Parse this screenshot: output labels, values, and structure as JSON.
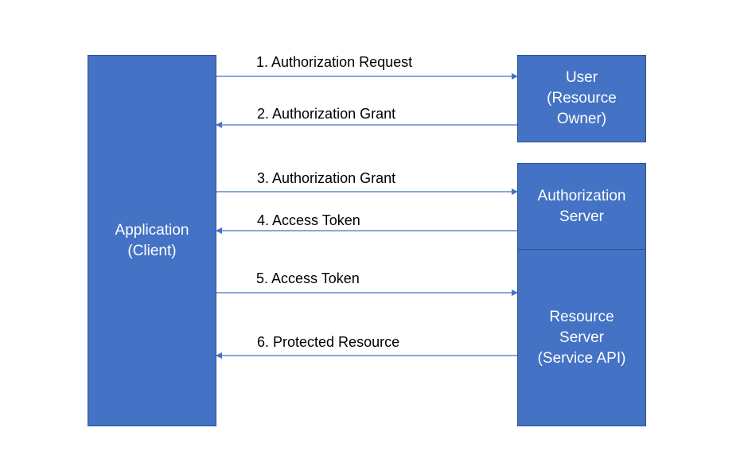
{
  "nodes": {
    "client": {
      "lines": [
        "Application",
        "(Client)"
      ]
    },
    "user": {
      "lines": [
        "User",
        "(Resource",
        "Owner)"
      ]
    },
    "auth_server": {
      "lines": [
        "Authorization",
        "Server"
      ]
    },
    "resource_server": {
      "lines": [
        "Resource",
        "Server",
        "(Service API)"
      ]
    }
  },
  "flows": [
    {
      "label": "1. Authorization Request",
      "direction": "to-right"
    },
    {
      "label": "2. Authorization Grant",
      "direction": "to-left"
    },
    {
      "label": "3. Authorization Grant",
      "direction": "to-right"
    },
    {
      "label": "4. Access Token",
      "direction": "to-left"
    },
    {
      "label": "5. Access Token",
      "direction": "to-right"
    },
    {
      "label": "6. Protected Resource",
      "direction": "to-left"
    }
  ],
  "colors": {
    "box_fill": "#4472c4",
    "box_border": "#2f528f",
    "arrow": "#4472c4"
  }
}
